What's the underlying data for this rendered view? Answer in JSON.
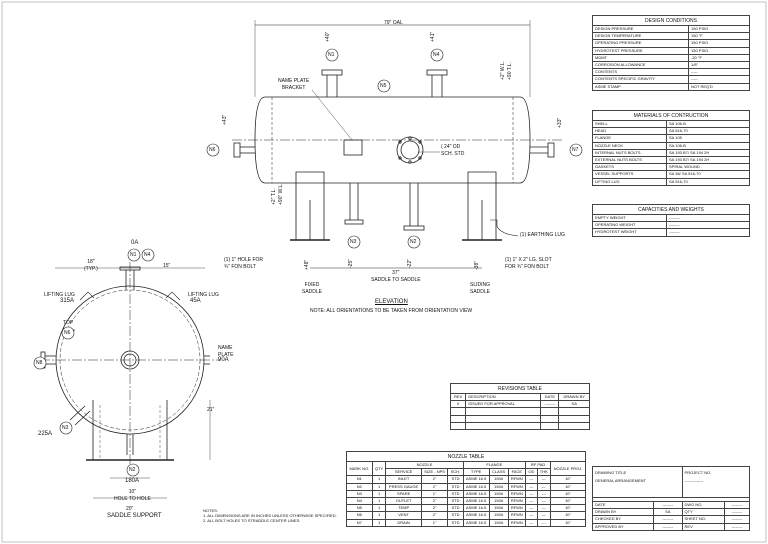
{
  "title_elevation": "ELEVATION",
  "elevation_note": "NOTE: ALL ORIENTATIONS TO BE TAKEN FROM ORIENTATION VIEW",
  "saddle_support_title": "SADDLE SUPPORT",
  "labels": {
    "overall": "79\" OAL",
    "name_plate_bracket": "NAME PLATE\nBRACKET",
    "shell_od": "( 24\" OD\nSCH. STD",
    "earthing_lug": "(1) EARTHING LUG",
    "hole_fixed": "(1) 1\" HOLE FOR\n¾\" FON BOLT",
    "slot_sliding": "(1) 1\" X 2\" LG. SLOT\nFOR ¾\" FON BOLT",
    "fixed_saddle": "FIXED\nSADDLE",
    "sliding_saddle": "SLIDING\nSADDLE",
    "saddle_to_saddle": "37\"\nSADDLE TO SADDLE",
    "nw_left": "+2\" T.L.\n+90\" W.L.",
    "nw_right": "+2\" W.L.\n+90 T.L.",
    "dim_40": "+40\"",
    "dim_41": "+41\"",
    "dim_43": "+43\"",
    "dim_33": "+33\"",
    "dim_48": "+48\"",
    "dim_25": "-25\"",
    "dim_22": "-22\"",
    "dim_38": "-38\"",
    "ov_0a": "0A",
    "ov_18": "18\"\n(TYP.)",
    "ov_15": "15\"",
    "lifting_left": "LIFTING LUG",
    "ang_315": "315A",
    "lifting_right": "LIFTING LUG",
    "ang_45": "45A",
    "top": "TOP",
    "name_plate": "NAME\nPLATE",
    "ang_90": "90A",
    "dim_21": "21\"",
    "ang_225": "225A",
    "ang_180": "180A",
    "dim_10": "10\"\nHOLE TO HOLE",
    "dim_20": "20\""
  },
  "nozzle_tags": [
    "N1",
    "N2",
    "N3",
    "N4",
    "N5",
    "N6",
    "N7",
    "N8"
  ],
  "notes": [
    "NOTES:",
    "1. ALL DIMENSIONS ARE IN INCHES UNLESS OTHERWISE SPECIFIED.",
    "2. ALL BOLT HOLES TO STRADDLE CENTER LINES."
  ],
  "design_conditions": {
    "title": "DESIGN CONDITIONS",
    "rows": [
      [
        "DESIGN PRESSURE",
        "150 PSIG"
      ],
      [
        "DESIGN TEMPERATURE",
        "150 °F"
      ],
      [
        "OPERATING PRESSURE",
        "150 PSIG"
      ],
      [
        "HYDROTEST PRESSURE",
        "150 PSIG"
      ],
      [
        "MDMT",
        "-20 °F"
      ],
      [
        "CORROSION ALLOWANCE",
        "1/8\""
      ],
      [
        "CONTENTS",
        "-----"
      ],
      [
        "CONTENTS SPECIFIC GRAVITY",
        "-----"
      ],
      [
        "ASME STAMP",
        "NOT REQ'D"
      ]
    ]
  },
  "materials": {
    "title": "MATERIALS OF CONTRUCTION",
    "rows": [
      [
        "SHELL",
        "SA 106-B"
      ],
      [
        "HEAD",
        "SA 516-70"
      ],
      [
        "FLANGE",
        "SA 105"
      ],
      [
        "NOZZLE NECK",
        "SA 106-B"
      ],
      [
        "INTERNAL NUTS BOLTS",
        "SA 193 B7/ SA 194 2H"
      ],
      [
        "EXTERNAL NUTS BOLTS",
        "SA 193 B7/ SA 194 2H"
      ],
      [
        "GASKETS",
        "SPIRAL WOUND"
      ],
      [
        "VESSEL SUPPORTS",
        "SA 36/ SA 516-70"
      ],
      [
        "LIFTING LUG",
        "SA 516-70"
      ]
    ]
  },
  "capacities": {
    "title": "CAPACITIES AND WEIGHTS",
    "rows": [
      [
        "EMPTY WEIGHT",
        "--------"
      ],
      [
        "OPERATING WEIGHT",
        "--------"
      ],
      [
        "HYDROTEST WEIGHT",
        "--------"
      ]
    ]
  },
  "revisions": {
    "title": "REVISIONS TABLE",
    "headers": [
      "REV",
      "DESCRIPTION",
      "DATE",
      "DRAWN BY"
    ],
    "rows": [
      [
        "0",
        "ISSUED FOR APPROVAL",
        "--------",
        "SA"
      ]
    ]
  },
  "nozzle_table": {
    "title": "NOZZLE TABLE",
    "group_nozzle": "NOZZLE",
    "group_flange": "FLANGE",
    "group_rfpad": "RF PAD",
    "col_mark": "MARK NO.",
    "col_qty": "QTY",
    "col_projection": "NOZZLE PROJ.",
    "sub_headers": [
      "SERVICE",
      "SIZE - NPS",
      "SCH.",
      "TYPE",
      "CLASS",
      "FACE",
      "OD",
      "THK"
    ],
    "rows": [
      [
        "N1",
        "1",
        "INLET",
        "2\"",
        "STD",
        "ASME 16.5",
        "150#",
        "RFWN",
        "---",
        "---",
        "10\""
      ],
      [
        "N2",
        "1",
        "PRESS GAUGE",
        "2\"",
        "STD",
        "ASME 16.5",
        "150#",
        "RFWN",
        "---",
        "---",
        "10\""
      ],
      [
        "N3",
        "1",
        "SPARE",
        "1\"",
        "STD",
        "ASME 16.5",
        "150#",
        "RFWN",
        "---",
        "---",
        "10\""
      ],
      [
        "N4",
        "1",
        "OUTLET",
        "2\"",
        "STD",
        "ASME 16.5",
        "150#",
        "RFWN",
        "---",
        "---",
        "10\""
      ],
      [
        "N5",
        "1",
        "TEMP",
        "2\"",
        "STD",
        "ASME 16.5",
        "150#",
        "RFWN",
        "---",
        "---",
        "10\""
      ],
      [
        "N6",
        "1",
        "VENT",
        "2\"",
        "STD",
        "ASME 16.5",
        "150#",
        "RFWN",
        "---",
        "---",
        "10\""
      ],
      [
        "N7",
        "1",
        "DRAIN",
        "1\"",
        "STD",
        "ASME 16.5",
        "150#",
        "RFWN",
        "---",
        "---",
        "10\""
      ]
    ]
  },
  "title_block": {
    "drawing_title_label": "DRAWING TITLE",
    "drawing_title": "GENERAL ARRANGEMENT",
    "project_no_label": "PROJECT NO.",
    "project_no": "--------------",
    "rows": [
      [
        "DATE",
        "--------",
        "DWG NO.",
        "--------"
      ],
      [
        "DRAWN BY",
        "SA",
        "QTY",
        "--------"
      ],
      [
        "CHECKED BY",
        "--------",
        "SHEET NO.",
        "--------"
      ],
      [
        "APPROVED BY",
        "--------",
        "REV",
        "--------"
      ]
    ]
  }
}
